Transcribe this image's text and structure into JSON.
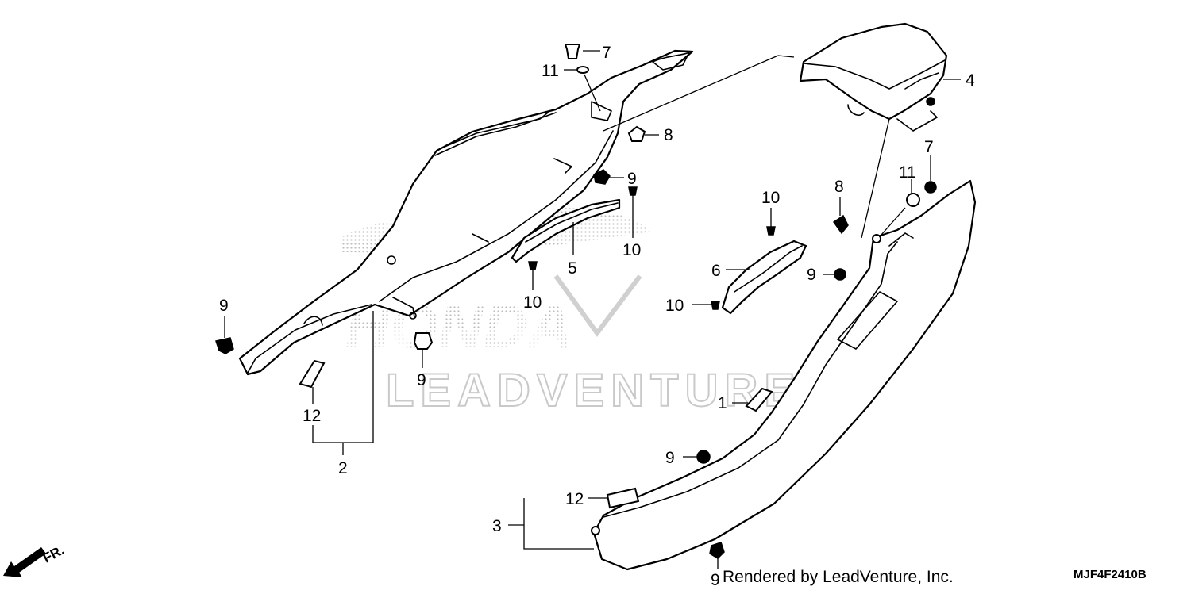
{
  "watermark": {
    "brand": "LEADVENTURE",
    "logo": "HONDA"
  },
  "callouts": {
    "c1": "1",
    "c2": "2",
    "c3": "3",
    "c4": "4",
    "c5": "5",
    "c6": "6",
    "c7a": "7",
    "c7b": "7",
    "c8a": "8",
    "c8b": "8",
    "c9a": "9",
    "c9b": "9",
    "c9c": "9",
    "c9d": "9",
    "c9e": "9",
    "c9f": "9",
    "c10a": "10",
    "c10b": "10",
    "c10c": "10",
    "c10d": "10",
    "c11a": "11",
    "c11b": "11",
    "c12a": "12",
    "c12b": "12"
  },
  "direction_label": "FR.",
  "footer_text": "Rendered by LeadVenture, Inc.",
  "diagram_code": "MJF4F2410B",
  "icons": {
    "direction": "front-arrow-icon"
  }
}
